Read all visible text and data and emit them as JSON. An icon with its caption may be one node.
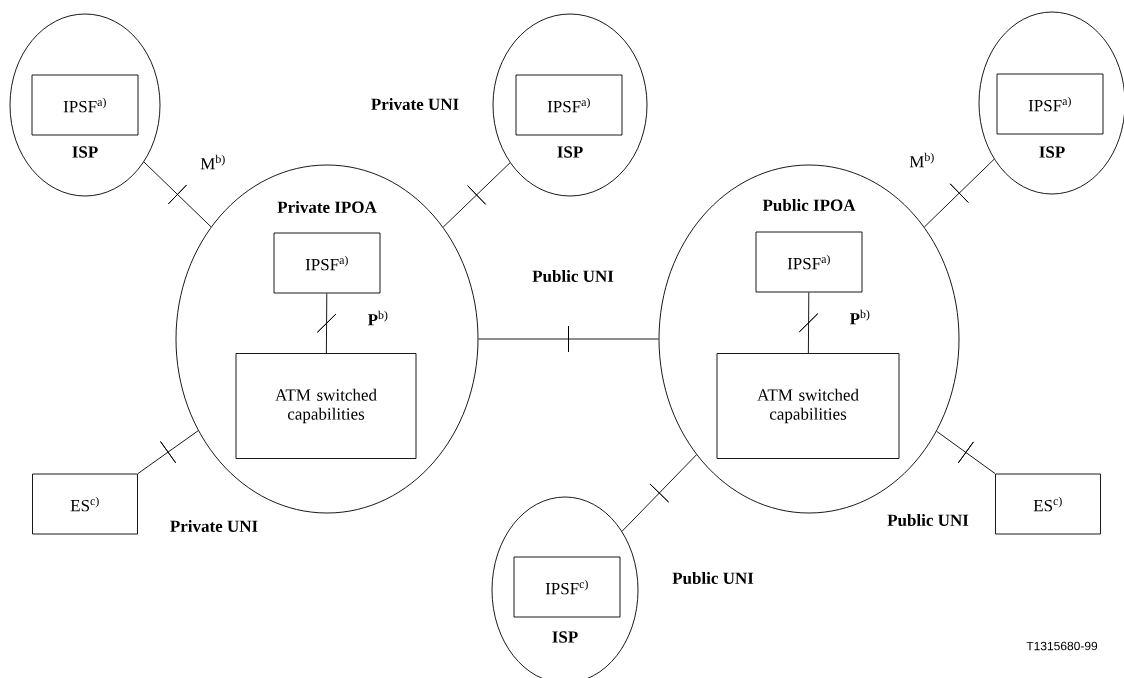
{
  "diagram": {
    "nodes": [
      {
        "text": [
          "ISP"
        ]
      },
      {
        "text": [
          "IPSF$^{a)}$"
        ],
        "in": 0
      },
      {
        "text": [
          "ISP"
        ]
      },
      {
        "text": [
          "IPSF$^{a)}$"
        ],
        "in": 2
      },
      {
        "text": [
          "ISP"
        ]
      },
      {
        "text": [
          "IPSF$^{a)}$"
        ],
        "in": 4
      },
      {
        "text": [
          "Private IPOA"
        ]
      },
      {
        "text": [
          "IPSF$^{a)}$"
        ],
        "in": 6
      },
      {
        "text": [
          "ATM switched capabilities"
        ],
        "in": 6
      },
      {
        "text": [
          "Public IPOA"
        ]
      },
      {
        "text": [
          "IPSF$^{a)}$"
        ],
        "in": 9
      },
      {
        "text": [
          "ATM switched capabilities"
        ],
        "in": 9
      },
      {
        "text": [
          "ES$^{c)}$"
        ]
      },
      {
        "text": [
          "ISP"
        ]
      },
      {
        "text": [
          "IPSF$^{c)}$"
        ],
        "in": 13
      },
      {
        "text": [
          "ES$^{c)}$"
        ]
      }
    ],
    "edges": [
      {
        "from": 0,
        "to": 6,
        "arrow": "none",
        "label": "M$^{b)}$"
      },
      {
        "from": 2,
        "to": 6,
        "arrow": "none",
        "label": "Private UNI"
      },
      {
        "from": 4,
        "to": 9,
        "arrow": "none",
        "label": "M$^{b)}$"
      },
      {
        "from": 7,
        "to": 8,
        "arrow": "none",
        "label": "**P**$^{b)}$"
      },
      {
        "from": 10,
        "to": 11,
        "arrow": "none",
        "label": "**P**$^{b)}$"
      },
      {
        "from": 6,
        "to": 9,
        "arrow": "none",
        "label": "Public UNI"
      },
      {
        "from": 12,
        "to": 6,
        "arrow": "none",
        "label": "Private UNI"
      },
      {
        "from": 13,
        "to": 9,
        "arrow": "none",
        "label": "Public UNI"
      },
      {
        "from": 15,
        "to": 9,
        "arrow": "none",
        "label": "Public UNI"
      }
    ],
    "labels": [
      "T1315680-99"
    ]
  }
}
